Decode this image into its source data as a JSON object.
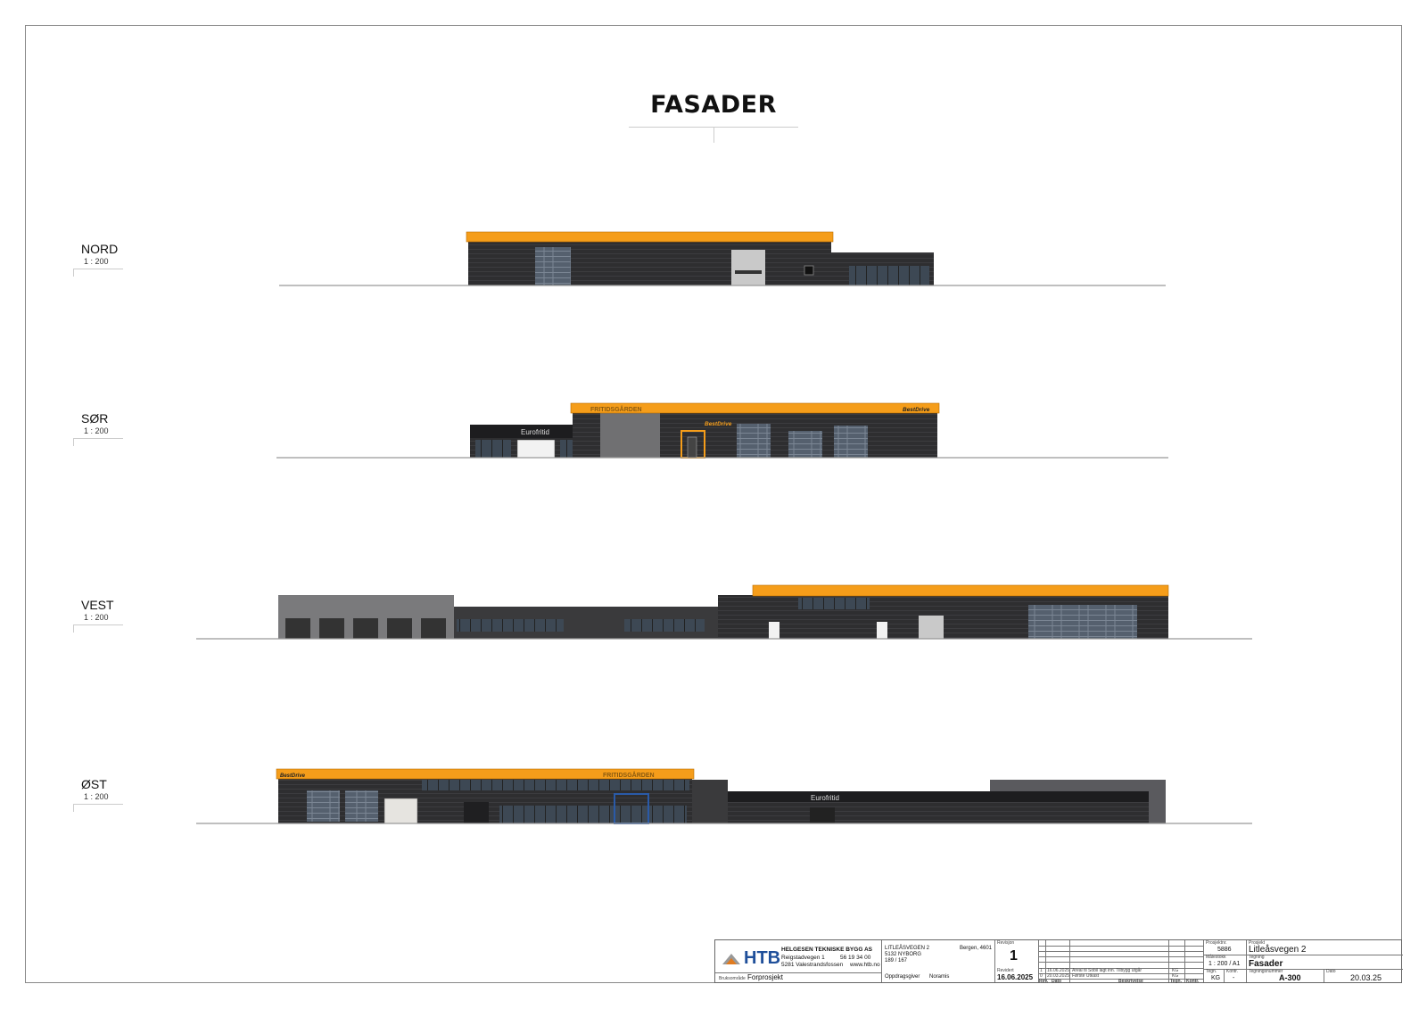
{
  "sheet": {
    "title": "FASADER",
    "colors": {
      "roof_orange": "#f59d1a",
      "cladding_dark": "#2e2e30",
      "cladding_grey": "#6d6d6f",
      "glass": "#4a5868",
      "frame_blue": "#2a5aa8"
    }
  },
  "elevations": [
    {
      "name": "NORD",
      "scale": "1 : 200"
    },
    {
      "name": "SØR",
      "scale": "1 : 200",
      "signs": [
        "FRITIDSGÅRDEN",
        "BestDrive",
        "Eurofritid",
        "BestDrive"
      ]
    },
    {
      "name": "VEST",
      "scale": "1 : 200"
    },
    {
      "name": "ØST",
      "scale": "1 : 200",
      "signs": [
        "BestDrive",
        "FRITIDSGÅRDEN",
        "Eurofritid"
      ]
    }
  ],
  "title_block": {
    "company": {
      "logo_text": "HTB",
      "name": "HELGESEN TEKNISKE BYGG AS",
      "address1": "Reigstadvegen 1",
      "phone": "56 19 34 00",
      "address2": "5281 Valestrandsfossen",
      "web": "www.htb.no"
    },
    "status_label": "Bruksområde",
    "status": "Forprosjekt",
    "site": {
      "address": "LITLEÅSVEGEN 2",
      "postal": "5132 NYBORG",
      "gnr": "189 / 167",
      "municipality": "Bergen, 4601"
    },
    "client_label": "Oppdragsgiver",
    "client": "Noramis",
    "revision_label": "Revisjon",
    "revision": "1",
    "revised_label": "Revidert",
    "revised": "16.06.2025",
    "revisions": [
      {
        "rev": "1",
        "date": "16.06.2025",
        "desc": "Areal til Sobil lagt inn. Tilbygg utgår",
        "drawn": "KG",
        "checked": ""
      },
      {
        "rev": "0",
        "date": "20.03.2025",
        "desc": "Første Utkast",
        "drawn": "KG",
        "checked": ""
      }
    ],
    "rev_headers": {
      "rev": "Rev.",
      "date": "Dato",
      "desc": "Beskrivelse",
      "drawn": "Tegn.",
      "checked": "Kontr."
    },
    "project_no_label": "Prosjektnr.",
    "project_no": "5886",
    "project_label": "Prosjekt",
    "project": "Litleåsvegen 2",
    "scale_label": "Målestokk",
    "scale": "1 : 200 / A1",
    "drawing_label": "Tegning",
    "drawing": "Fasader",
    "drawn_label": "Tegn.",
    "drawn": "KG",
    "checked_label": "Kontr.",
    "checked": "-",
    "drawing_no_label": "Tegningsnummer",
    "drawing_no": "A-300",
    "date_label": "Dato",
    "date": "20.03.25"
  }
}
